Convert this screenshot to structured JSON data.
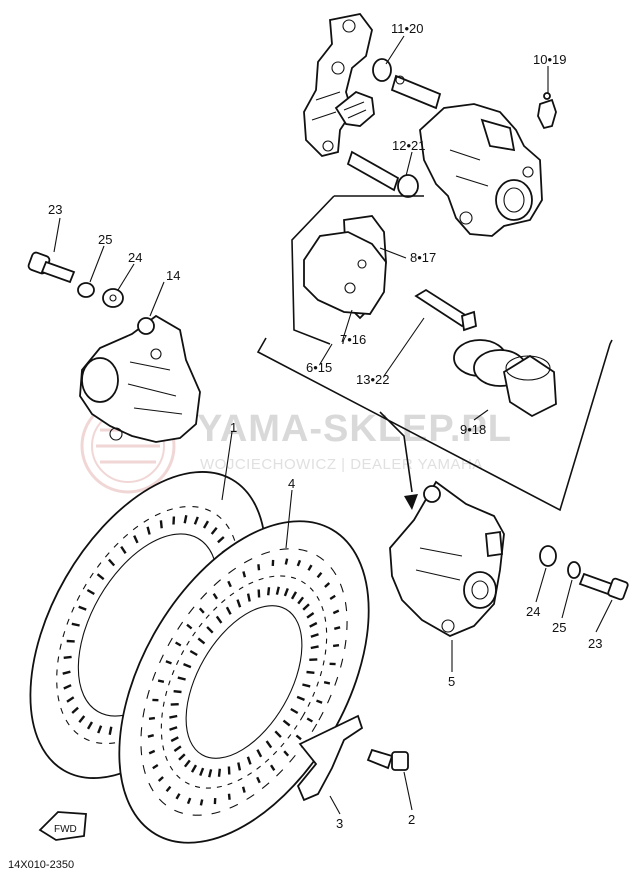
{
  "labels": {
    "l_11_20": "11•20",
    "l_10_19": "10•19",
    "l_12_21": "12•21",
    "l_23a": "23",
    "l_25a": "25",
    "l_24a": "24",
    "l_14": "14",
    "l_8_17": "8•17",
    "l_7_16": "7•16",
    "l_6_15": "6•15",
    "l_13_22": "13•22",
    "l_9_18": "9•18",
    "l_1": "1",
    "l_4": "4",
    "l_24b": "24",
    "l_25b": "25",
    "l_23b": "23",
    "l_5": "5",
    "l_2": "2",
    "l_3": "3"
  },
  "watermark": {
    "title": "YAMA-SKLEP.PL",
    "subtitle": "WOJCIECHOWICZ | DEALER YAMAHA"
  },
  "fwd_label": "FWD",
  "ref_code": "14X010-2350",
  "colors": {
    "ink": "#111111",
    "watermark": "#d9d9d9",
    "logo": "#e7b5b5"
  }
}
